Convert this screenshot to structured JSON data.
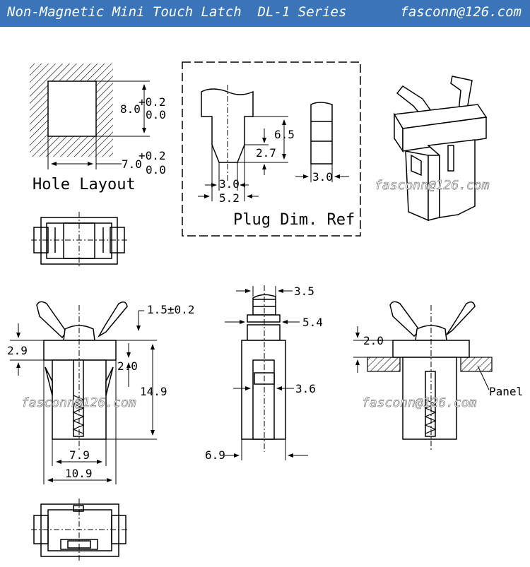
{
  "header": {
    "title": "Non-Magnetic Mini Touch Latch  DL-1 Series",
    "email": "fasconn@126.com",
    "background": "#3b75b9"
  },
  "hole_layout": {
    "label": "Hole Layout",
    "height_dim": "8.0",
    "height_tol_upper": "+0.2",
    "height_tol_lower": "0.0",
    "width_dim": "7.0",
    "width_tol_upper": "+0.2",
    "width_tol_lower": "0.0"
  },
  "plug_ref": {
    "label": "Plug Dim. Ref",
    "dim_6_5": "6.5",
    "dim_2_7": "2.7",
    "dim_3_0_a": "3.0",
    "dim_5_2": "5.2",
    "dim_3_0_b": "3.0"
  },
  "front_view": {
    "dim_top": "1.5±0.2",
    "dim_2_9": "2.9",
    "dim_2_0": "2.0",
    "dim_14_9": "14.9",
    "dim_7_9": "7.9",
    "dim_10_9": "10.9"
  },
  "side_view": {
    "dim_3_5": "3.5",
    "dim_5_4": "5.4",
    "dim_3_6": "3.6",
    "dim_6_9": "6.9"
  },
  "installed_view": {
    "dim_2_0": "2.0",
    "panel_label": "Panel"
  },
  "watermarks": [
    "fasconn@126.com",
    "fasconn@126.com",
    "fasconn@126.com"
  ]
}
